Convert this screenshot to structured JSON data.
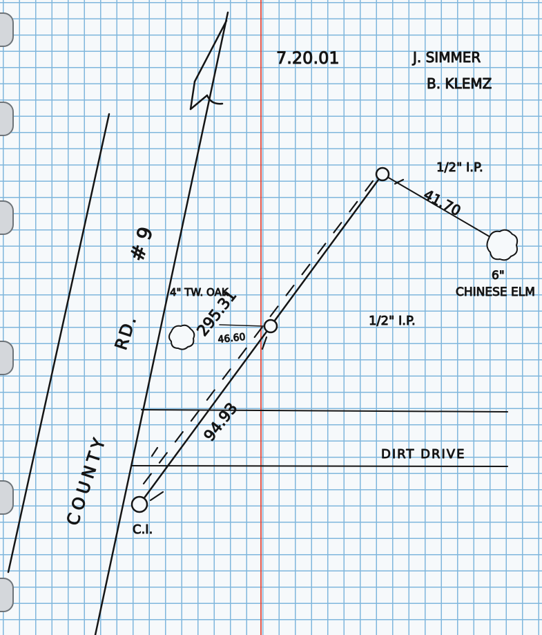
{
  "sheet": {
    "date": "7.20.01",
    "crew": [
      "J. SIMMER",
      "B. KLEMZ"
    ]
  },
  "road": {
    "name_word1": "COUNTY",
    "name_word2": "RD.",
    "name_word3": "# 9"
  },
  "drive": {
    "label": "DIRT DRIVE"
  },
  "points": {
    "start": "C.I.",
    "pipe_top": "1/2\" I.P.",
    "pipe_mid": "1/2\" I.P.",
    "oak": "4\" TW. OAK",
    "elm_size": "6\"",
    "elm_name": "CHINESE ELM"
  },
  "distances": {
    "ci_to_mid": "94.93",
    "mid_to_top": "295.31",
    "oak_to_mid": "46.60",
    "top_to_elm": "41.70"
  },
  "colors": {
    "grid": "#7fb6dc",
    "margin": "#e0564a",
    "ink": "#151515"
  }
}
